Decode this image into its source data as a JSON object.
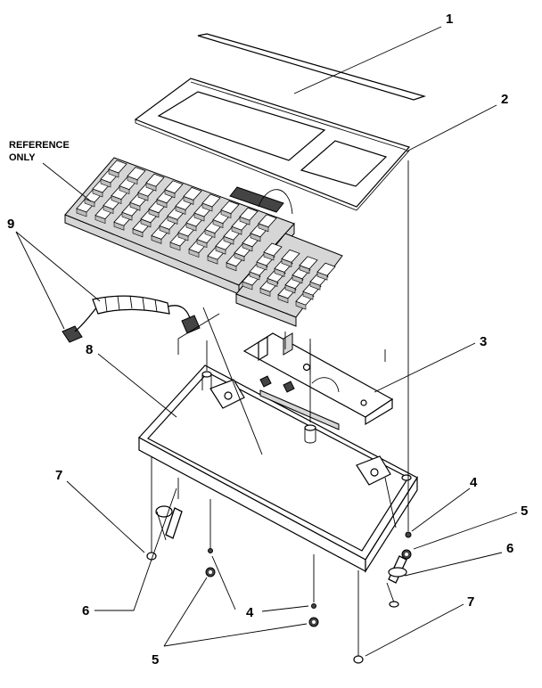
{
  "figure": {
    "reference_label_line1": "REFERENCE",
    "reference_label_line2": "ONLY",
    "callouts": {
      "c1": "1",
      "c2": "2",
      "c3": "3",
      "c4a": "4",
      "c4b": "4",
      "c5a": "5",
      "c5b": "5",
      "c6a": "6",
      "c6b": "6",
      "c7a": "7",
      "c7b": "7",
      "c8": "8",
      "c9": "9"
    }
  }
}
